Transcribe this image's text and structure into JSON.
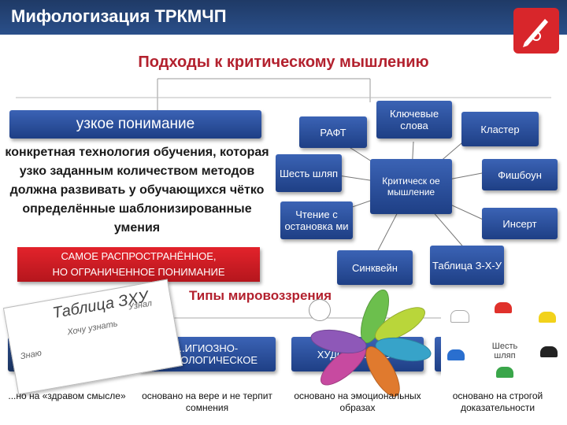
{
  "header": {
    "title": "Мифологизация ТРКМЧП"
  },
  "logo": {
    "name": "pen-quill-logo-icon",
    "color": "#d8262b"
  },
  "subtitle": "Подходы к критическому мышлению",
  "narrow": {
    "label": "узкое понимание",
    "description": "конкретная технология обучения, которая узко заданным количеством методов должна развивать у обучающихся чётко определённые шаблонизированные умения",
    "warning_line1": "САМОЕ РАСПРОСТРАНЁННОЕ,",
    "warning_line2": "НО ОГРАНИЧЕННОЕ ПОНИМАНИЕ"
  },
  "methods": {
    "raft": "РАФТ",
    "keywords": "Ключевые слова",
    "cluster": "Кластер",
    "six_hats": "Шесть шляп",
    "hub": "Критическ ое мышление",
    "fishbone": "Фишбоун",
    "reading_stops": "Чтение с остановка ми",
    "insert": "Инсерт",
    "sinkwine": "Синквейн",
    "table_zxu": "Таблица З-Х-У"
  },
  "types": {
    "title": "Типы мировоззрения",
    "watermark_title": "Таблица ЗХУ",
    "watermark_know": "Знаю",
    "watermark_want": "Хочу узнать",
    "watermark_learned": "Узнал",
    "cards": [
      {
        "label": "",
        "desc": "...но на «здравом смысле»"
      },
      {
        "label": "...ИГИОЗНО-\n...ИФОЛОГИЧЕСКОЕ",
        "desc": "основано на вере и не терпит сомнения"
      },
      {
        "label": "ХУДОЖЕ...ЗНОЕ",
        "desc": "основано на эмоциональных образах"
      },
      {
        "label": "",
        "desc": "основано на строгой доказательности"
      }
    ],
    "overlay_six_hats": "Шесть шляп"
  },
  "colors": {
    "header_bg": "#1f3a66",
    "accent_red": "#b3212e",
    "blue_box": "#2a4f9a"
  }
}
